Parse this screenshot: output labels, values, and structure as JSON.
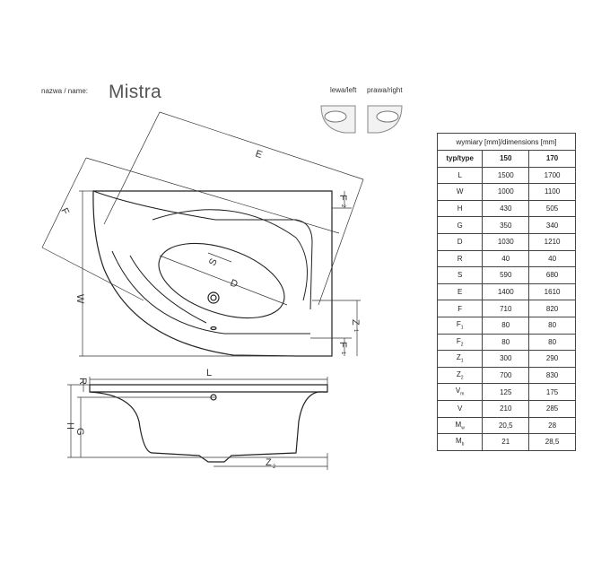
{
  "header": {
    "name_label": "nazwa / name:",
    "model": "Mistra",
    "variant_left": "lewa/left",
    "variant_right": "prawa/right"
  },
  "dimension_labels": {
    "E": "E",
    "F": "F",
    "W": "W",
    "S": "S",
    "D": "D",
    "L": "L",
    "H": "H",
    "G": "G",
    "R": "R",
    "F2_main": "F",
    "F2_sub": "2",
    "F1_main": "F",
    "F1_sub": "1",
    "Z1_main": "Z",
    "Z1_sub": "1",
    "Z2_main": "Z",
    "Z2_sub": "2"
  },
  "table": {
    "title": "wymiary [mm]/dimensions [mm]",
    "columns": [
      "typ/type",
      "150",
      "170"
    ],
    "rows": [
      {
        "sym": "L",
        "sub": "",
        "a": "1500",
        "b": "1700"
      },
      {
        "sym": "W",
        "sub": "",
        "a": "1000",
        "b": "1100"
      },
      {
        "sym": "H",
        "sub": "",
        "a": "430",
        "b": "505"
      },
      {
        "sym": "G",
        "sub": "",
        "a": "350",
        "b": "340"
      },
      {
        "sym": "D",
        "sub": "",
        "a": "1030",
        "b": "1210"
      },
      {
        "sym": "R",
        "sub": "",
        "a": "40",
        "b": "40"
      },
      {
        "sym": "S",
        "sub": "",
        "a": "590",
        "b": "680"
      },
      {
        "sym": "E",
        "sub": "",
        "a": "1400",
        "b": "1610"
      },
      {
        "sym": "F",
        "sub": "",
        "a": "710",
        "b": "820"
      },
      {
        "sym": "F",
        "sub": "1",
        "a": "80",
        "b": "80"
      },
      {
        "sym": "F",
        "sub": "2",
        "a": "80",
        "b": "80"
      },
      {
        "sym": "Z",
        "sub": "1",
        "a": "300",
        "b": "290"
      },
      {
        "sym": "Z",
        "sub": "2",
        "a": "700",
        "b": "830"
      },
      {
        "sym": "V",
        "sub": "m",
        "a": "125",
        "b": "175"
      },
      {
        "sym": "V",
        "sub": "",
        "a": "210",
        "b": "285"
      },
      {
        "sym": "M",
        "sub": "w",
        "a": "20,5",
        "b": "28"
      },
      {
        "sym": "M",
        "sub": "b",
        "a": "21",
        "b": "28,5"
      }
    ]
  }
}
